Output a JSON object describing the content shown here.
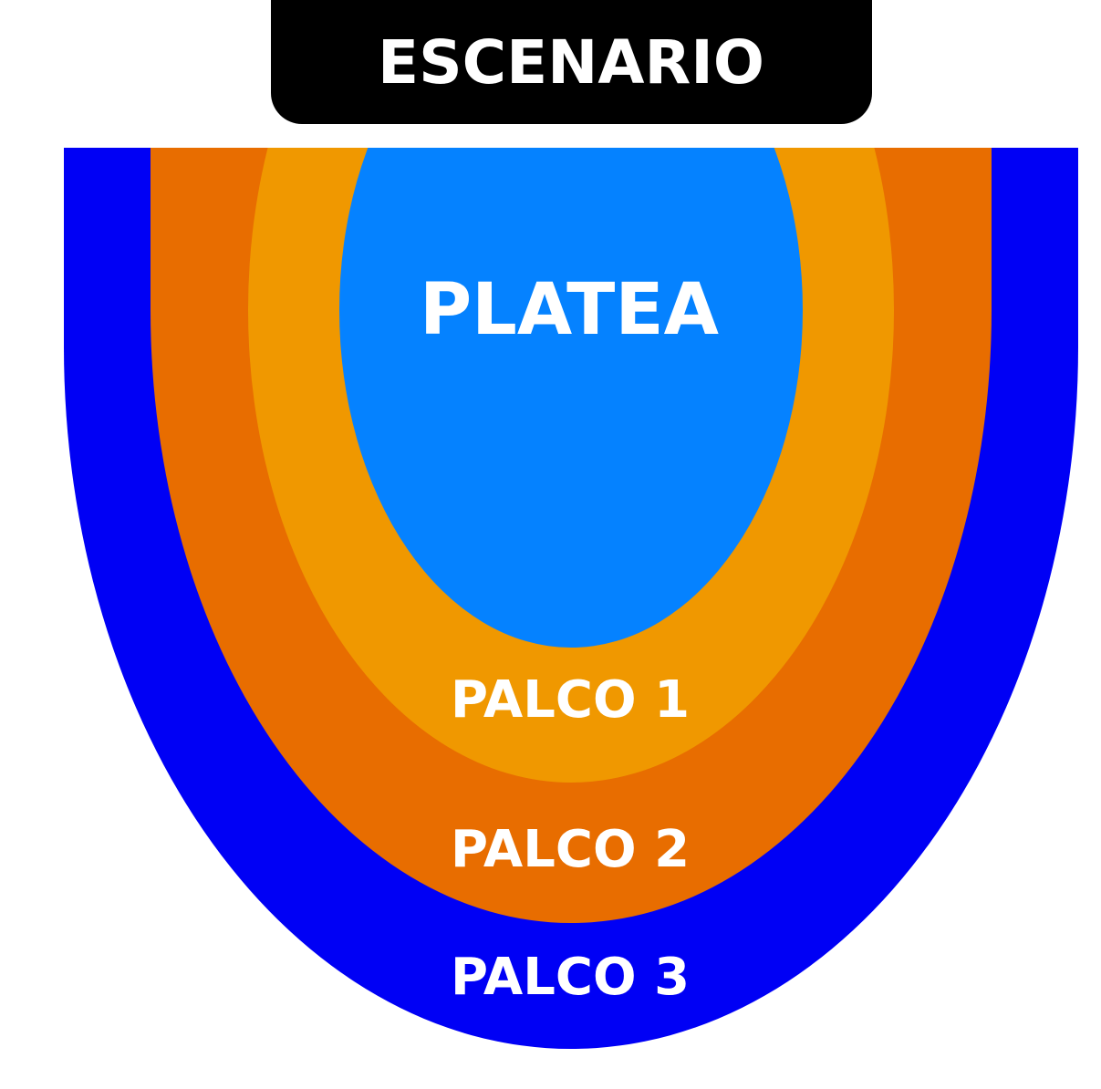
{
  "stage": {
    "label": "ESCENARIO",
    "background_color": "#000000",
    "text_color": "#ffffff"
  },
  "zones": [
    {
      "id": "palco-3",
      "label": "PALCO 3",
      "color": "#0000f5"
    },
    {
      "id": "palco-2",
      "label": "PALCO 2",
      "color": "#e86d00"
    },
    {
      "id": "palco-1",
      "label": "PALCO 1",
      "color": "#f09800"
    },
    {
      "id": "platea",
      "label": "PLATEA",
      "color": "#0582ff"
    }
  ]
}
